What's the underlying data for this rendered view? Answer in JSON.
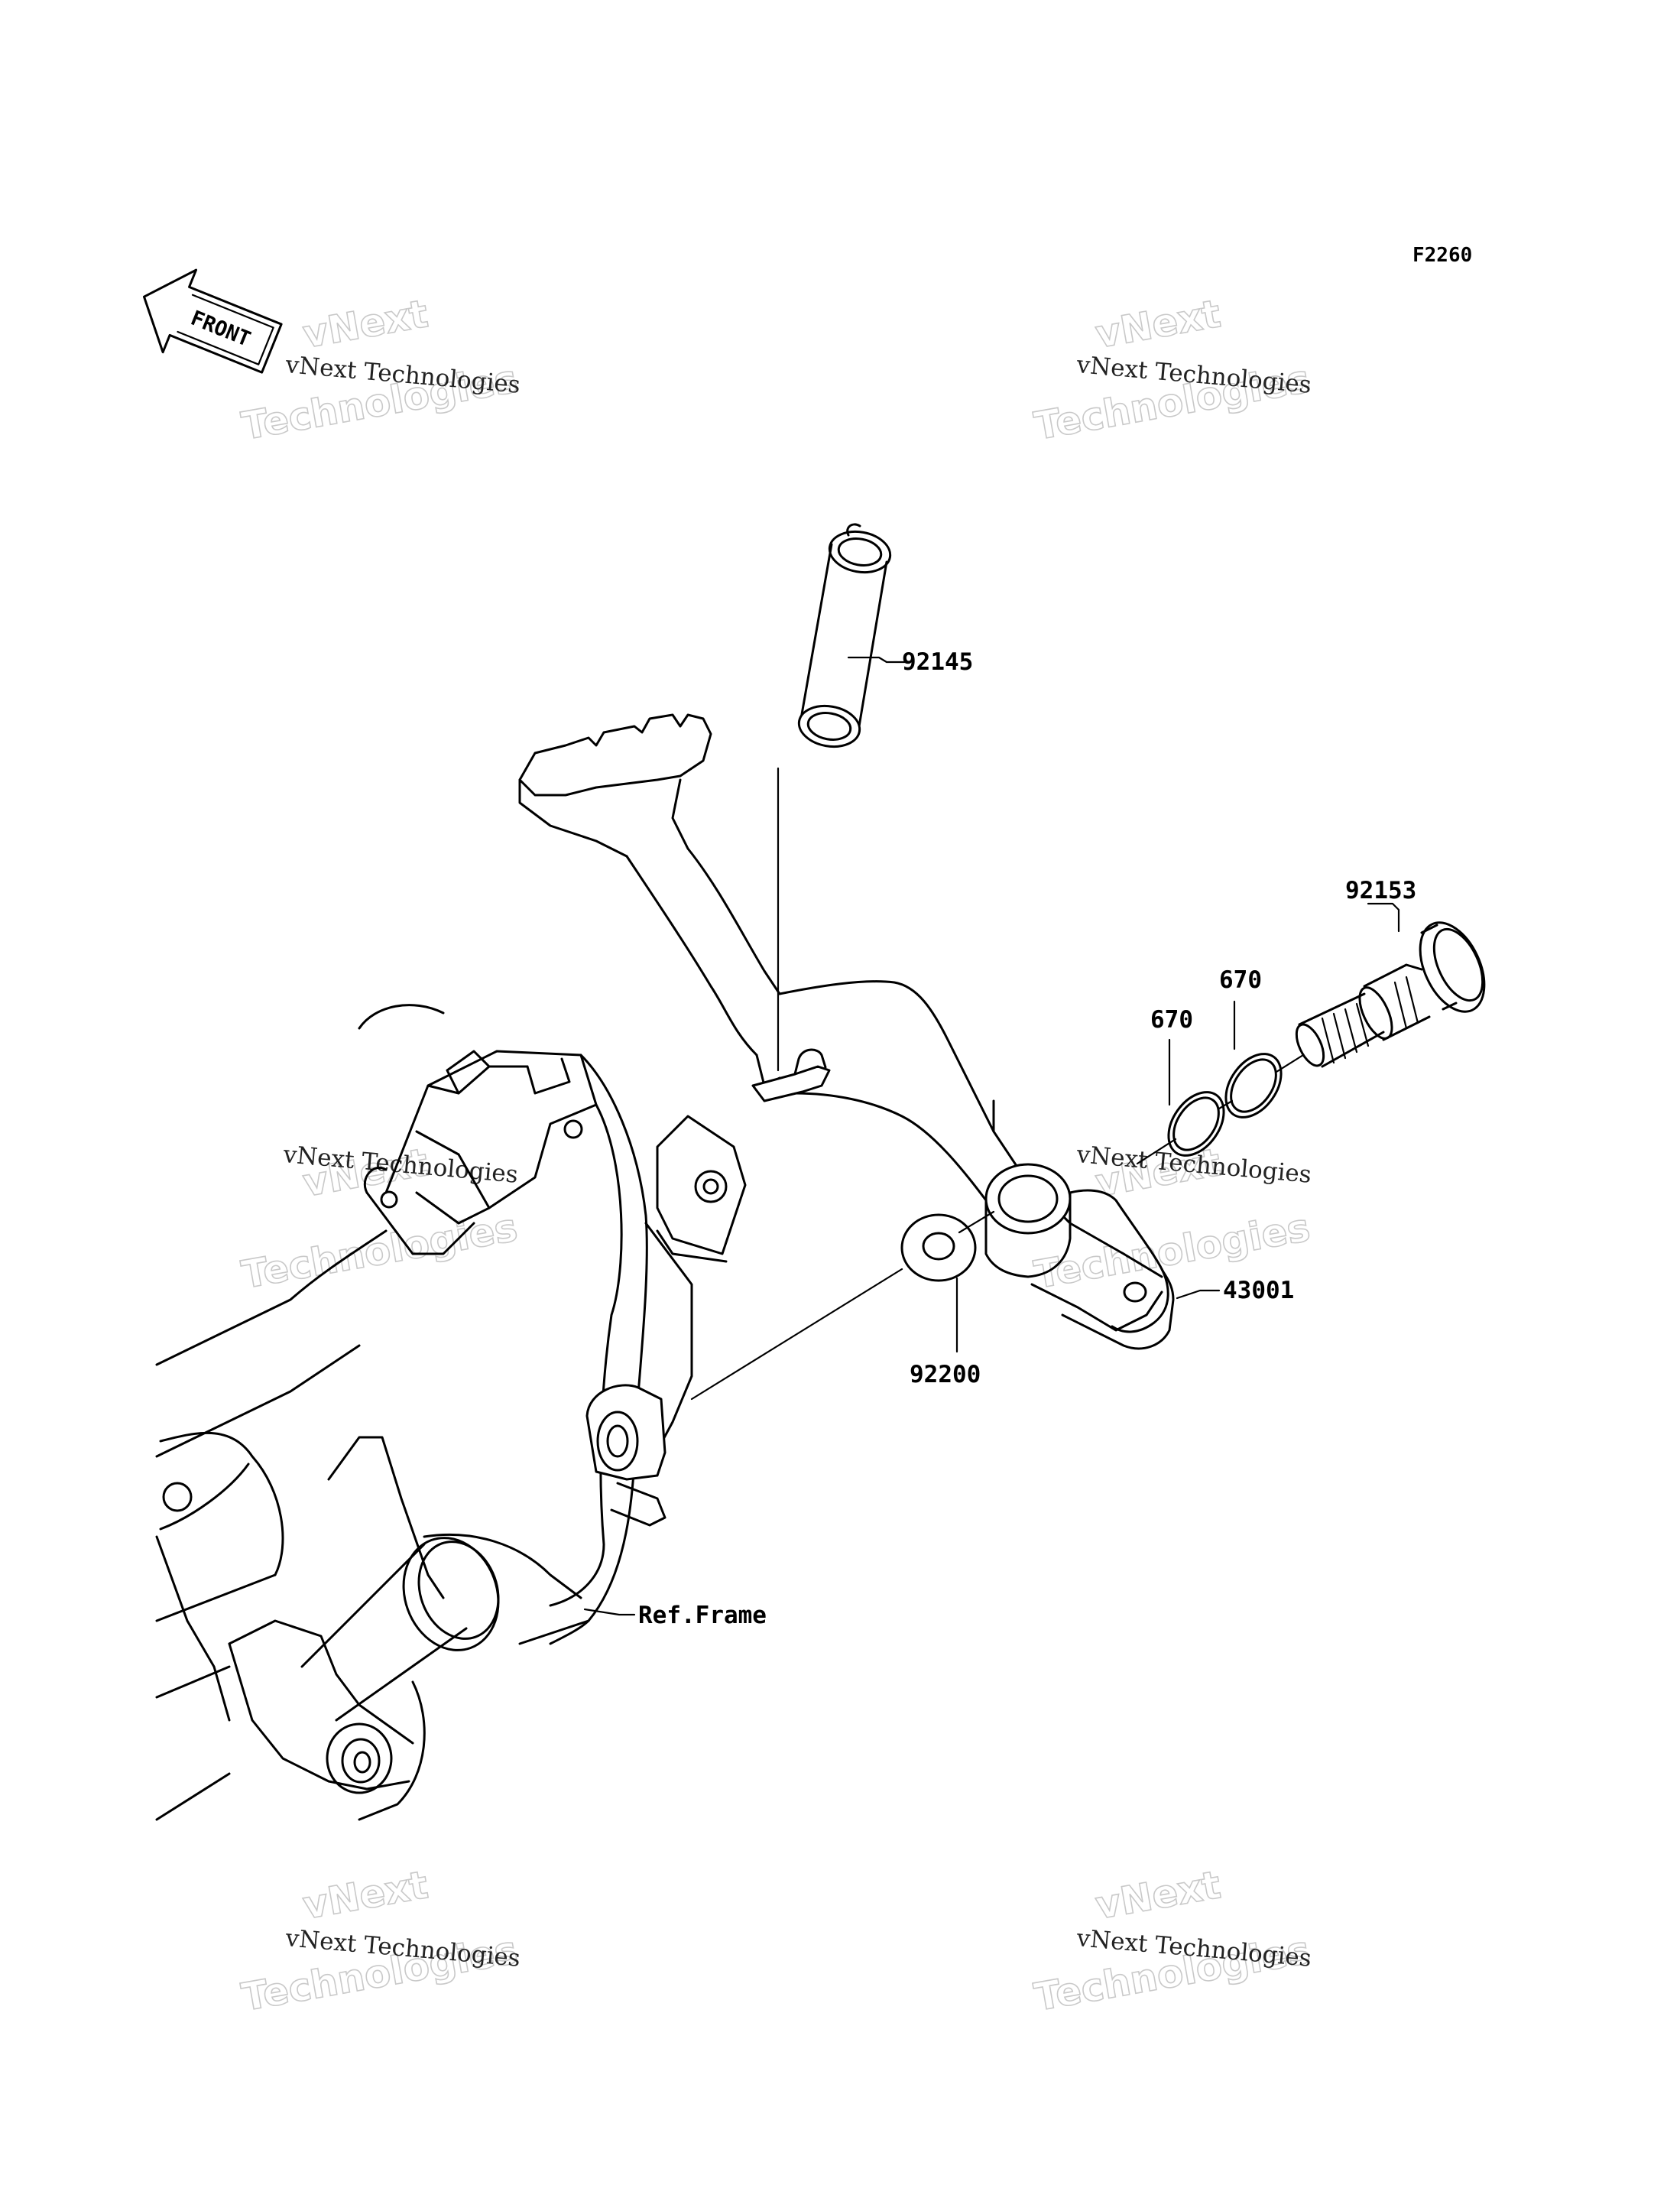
{
  "diagram": {
    "code": "F2260",
    "front_label": "FRONT",
    "parts": {
      "spring": "92145",
      "pivot_bolt": "92153",
      "o_ring_outer": "670",
      "o_ring_inner": "670",
      "pedal": "43001",
      "washer": "92200",
      "frame": "Ref.Frame"
    },
    "watermark": {
      "line1": "vNext Technologies",
      "line2_top": "vNext",
      "line2_bottom": "Technologies"
    }
  }
}
